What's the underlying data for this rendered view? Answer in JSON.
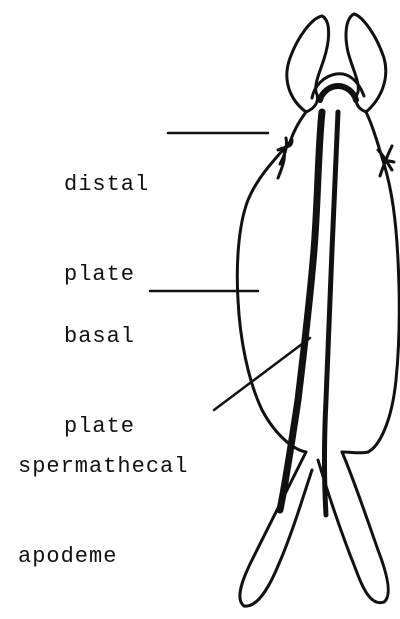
{
  "labels": {
    "distal": {
      "line1": "distal",
      "line2": "plate"
    },
    "basal": {
      "line1": "basal",
      "line2": "plate"
    },
    "spermathecal": {
      "line1": "spermathecal",
      "line2": "apodeme"
    }
  },
  "colors": {
    "ink": "#111111",
    "background": "#ffffff"
  }
}
